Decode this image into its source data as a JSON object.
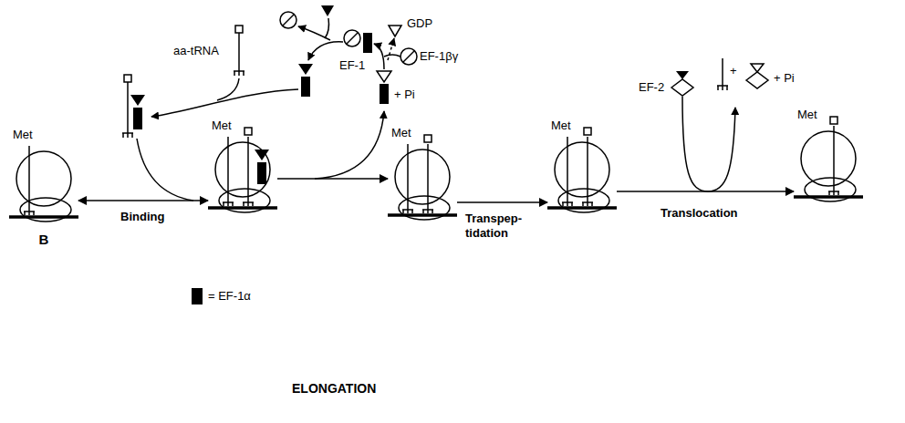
{
  "diagram": {
    "title": "ELONGATION",
    "nodes": [
      {
        "text": [
          "Met",
          "B"
        ]
      },
      {
        "text": [
          "Met"
        ]
      },
      {
        "text": [
          "Met"
        ]
      },
      {
        "text": [
          "Met"
        ]
      },
      {
        "text": [
          "Met"
        ]
      }
    ],
    "edges": [
      {
        "from": 0,
        "to": 1,
        "label": "Binding",
        "arrow": "both"
      },
      {
        "from": 1,
        "to": 2,
        "arrow": "to"
      },
      {
        "from": 2,
        "to": 3,
        "label": "Transpep- tidation",
        "arrow": "to"
      },
      {
        "from": 3,
        "to": 4,
        "label": "Translocation",
        "arrow": "to"
      }
    ],
    "labels": [
      "aa-tRNA",
      "EF-1",
      "GDP",
      "EF-1βγ",
      "+ Pi",
      "EF-2",
      "+",
      "+ Pi"
    ],
    "legend": [
      {
        "text": "= EF-1α",
        "color": "#000000"
      }
    ]
  }
}
